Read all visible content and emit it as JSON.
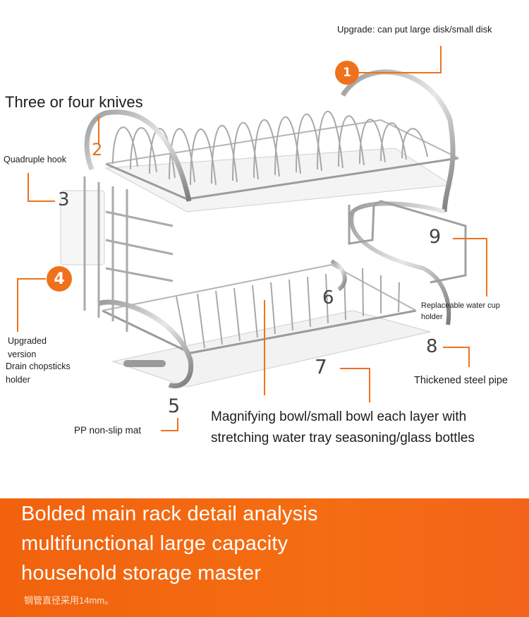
{
  "labels": {
    "upgrade": "Upgrade: can put large disk/small disk",
    "knives": "Three or four knives",
    "hook": "Quadruple hook",
    "upgraded": "Upgraded",
    "version": "version",
    "drain": "Drain chopsticks",
    "holder": "holder",
    "water_cup_1": "Replaceable water cup",
    "water_cup_2": "holder",
    "steel_pipe": "Thickened steel pipe",
    "mat": "PP non-slip mat",
    "bowl_1": "Magnifying bowl/small bowl each layer with",
    "bowl_2": "stretching water tray seasoning/glass bottles"
  },
  "markers": {
    "m1": "1",
    "m2": "2",
    "m3": "3",
    "m4": "4",
    "m5": "5",
    "m6": "6",
    "m7": "7",
    "m8": "8",
    "m9": "9"
  },
  "banner": {
    "line1": "Bolded main rack detail analysis",
    "line2": "multifunctional large capacity",
    "line3": "household storage master",
    "small": "钢管直径采用14mm。"
  },
  "colors": {
    "accent": "#f0711c",
    "banner": "#f2620e",
    "leader": "#f0711c"
  }
}
